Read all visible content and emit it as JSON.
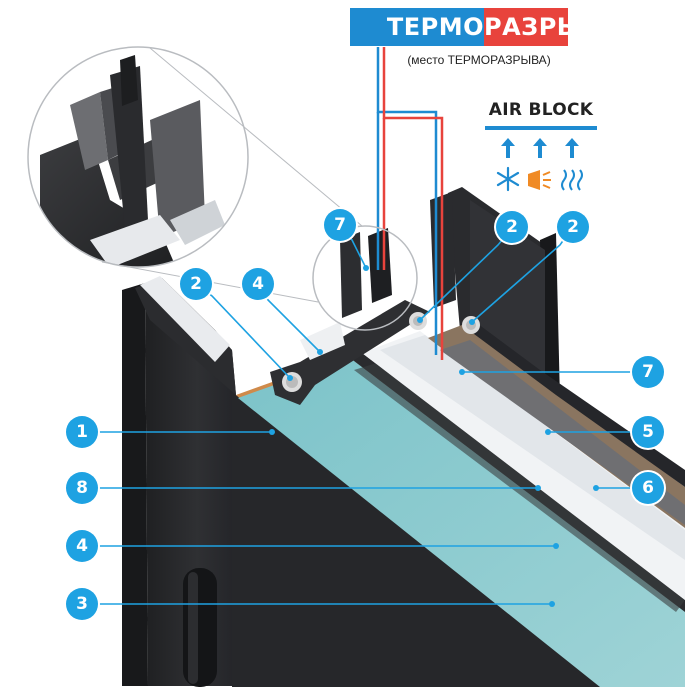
{
  "header": {
    "title_part1": "ТЕРМО",
    "title_part2": "РАЗРЫВ",
    "subtitle": "(место ТЕРМОРАЗРЫВА)"
  },
  "air_block": {
    "label": "AIR BLOCK",
    "icons": [
      "snowflake-icon",
      "heater-icon",
      "heat-waves-icon"
    ]
  },
  "callouts": {
    "left": [
      "1",
      "8",
      "4",
      "3"
    ],
    "top_left": [
      "2",
      "4",
      "7"
    ],
    "top_right": [
      "2",
      "2"
    ],
    "right": [
      "7",
      "5",
      "6"
    ]
  },
  "colors": {
    "accent_blue": "#1e8bd1",
    "accent_red": "#e8433c",
    "badge": "#1ea2e2",
    "metal": "#2a2b2d"
  }
}
